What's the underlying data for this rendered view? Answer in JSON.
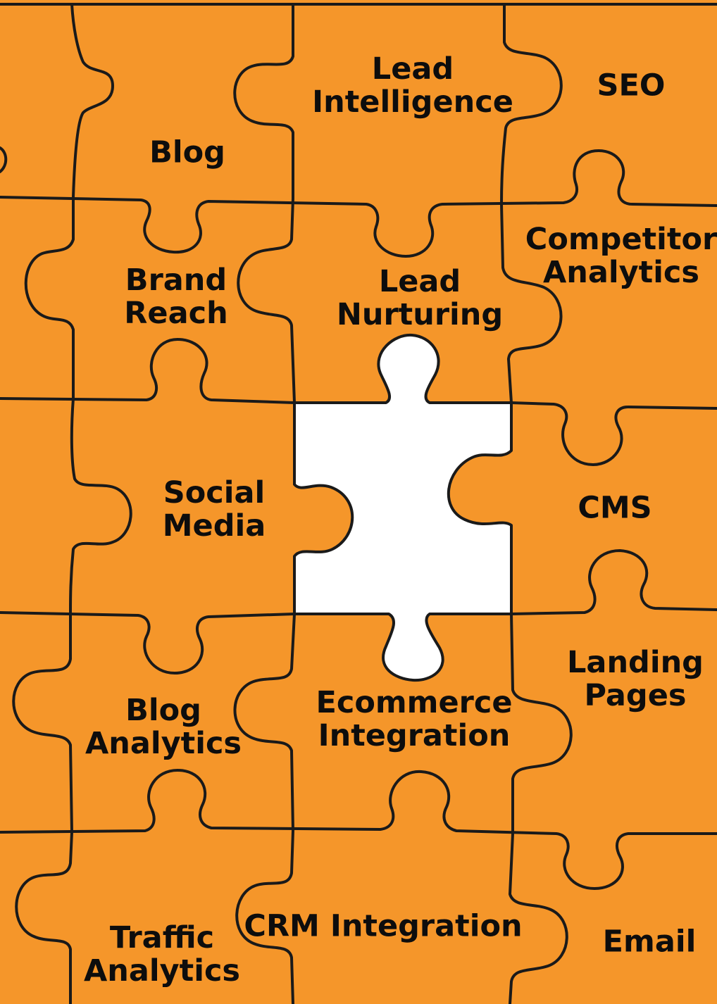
{
  "colors": {
    "piece_fill": "#F5962A",
    "outline": "#1A1A1A",
    "missing_piece": "#FFFFFF",
    "text": "#0D0D0D"
  },
  "pieces": {
    "lead_intelligence": {
      "line1": "Lead",
      "line2": "Intelligence"
    },
    "seo": {
      "line1": "SEO"
    },
    "blog": {
      "line1": "Blog"
    },
    "competitor_analytics": {
      "line1": "Competitor",
      "line2": "Analytics"
    },
    "brand_reach": {
      "line1": "Brand",
      "line2": "Reach"
    },
    "lead_nurturing": {
      "line1": "Lead",
      "line2": "Nurturing"
    },
    "social_media": {
      "line1": "Social",
      "line2": "Media"
    },
    "cms": {
      "line1": "CMS"
    },
    "landing_pages": {
      "line1": "Landing",
      "line2": "Pages"
    },
    "ecommerce_integration": {
      "line1": "Ecommerce",
      "line2": "Integration"
    },
    "blog_analytics": {
      "line1": "Blog",
      "line2": "Analytics"
    },
    "crm_integration": {
      "line1": "CRM Integration"
    },
    "email": {
      "line1": "Email"
    },
    "traffic_analytics": {
      "line1": "Traffic",
      "line2": "Analytics"
    }
  }
}
